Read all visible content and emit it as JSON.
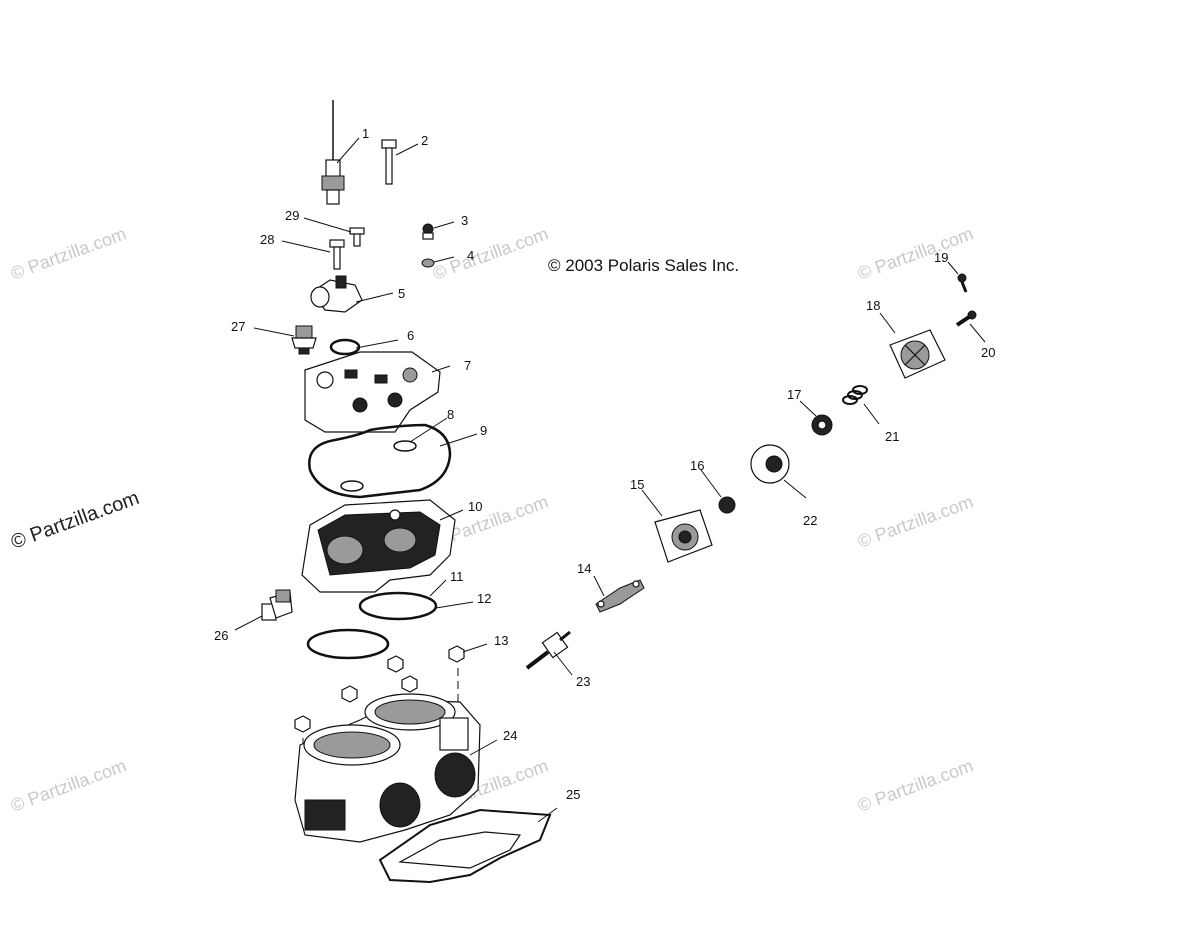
{
  "copyright": "© 2003 Polaris Sales Inc.",
  "watermarks": [
    {
      "text": "© Partzilla.com",
      "style": "faint"
    },
    {
      "text": "© Partzilla.com",
      "style": "faint"
    },
    {
      "text": "© Partzilla.com",
      "style": "faint"
    },
    {
      "text": "© Partzilla.com",
      "style": "dark"
    },
    {
      "text": "© Partzilla.com",
      "style": "faint"
    },
    {
      "text": "© Partzilla.com",
      "style": "faint"
    },
    {
      "text": "© Partzilla.com",
      "style": "faint"
    },
    {
      "text": "© Partzilla.com",
      "style": "faint"
    },
    {
      "text": "© Partzilla.com",
      "style": "faint"
    }
  ],
  "callouts": [
    "1",
    "2",
    "3",
    "4",
    "5",
    "6",
    "7",
    "8",
    "9",
    "10",
    "11",
    "12",
    "13",
    "14",
    "15",
    "16",
    "17",
    "18",
    "19",
    "20",
    "21",
    "22",
    "23",
    "24",
    "25",
    "26",
    "27",
    "28",
    "29"
  ]
}
